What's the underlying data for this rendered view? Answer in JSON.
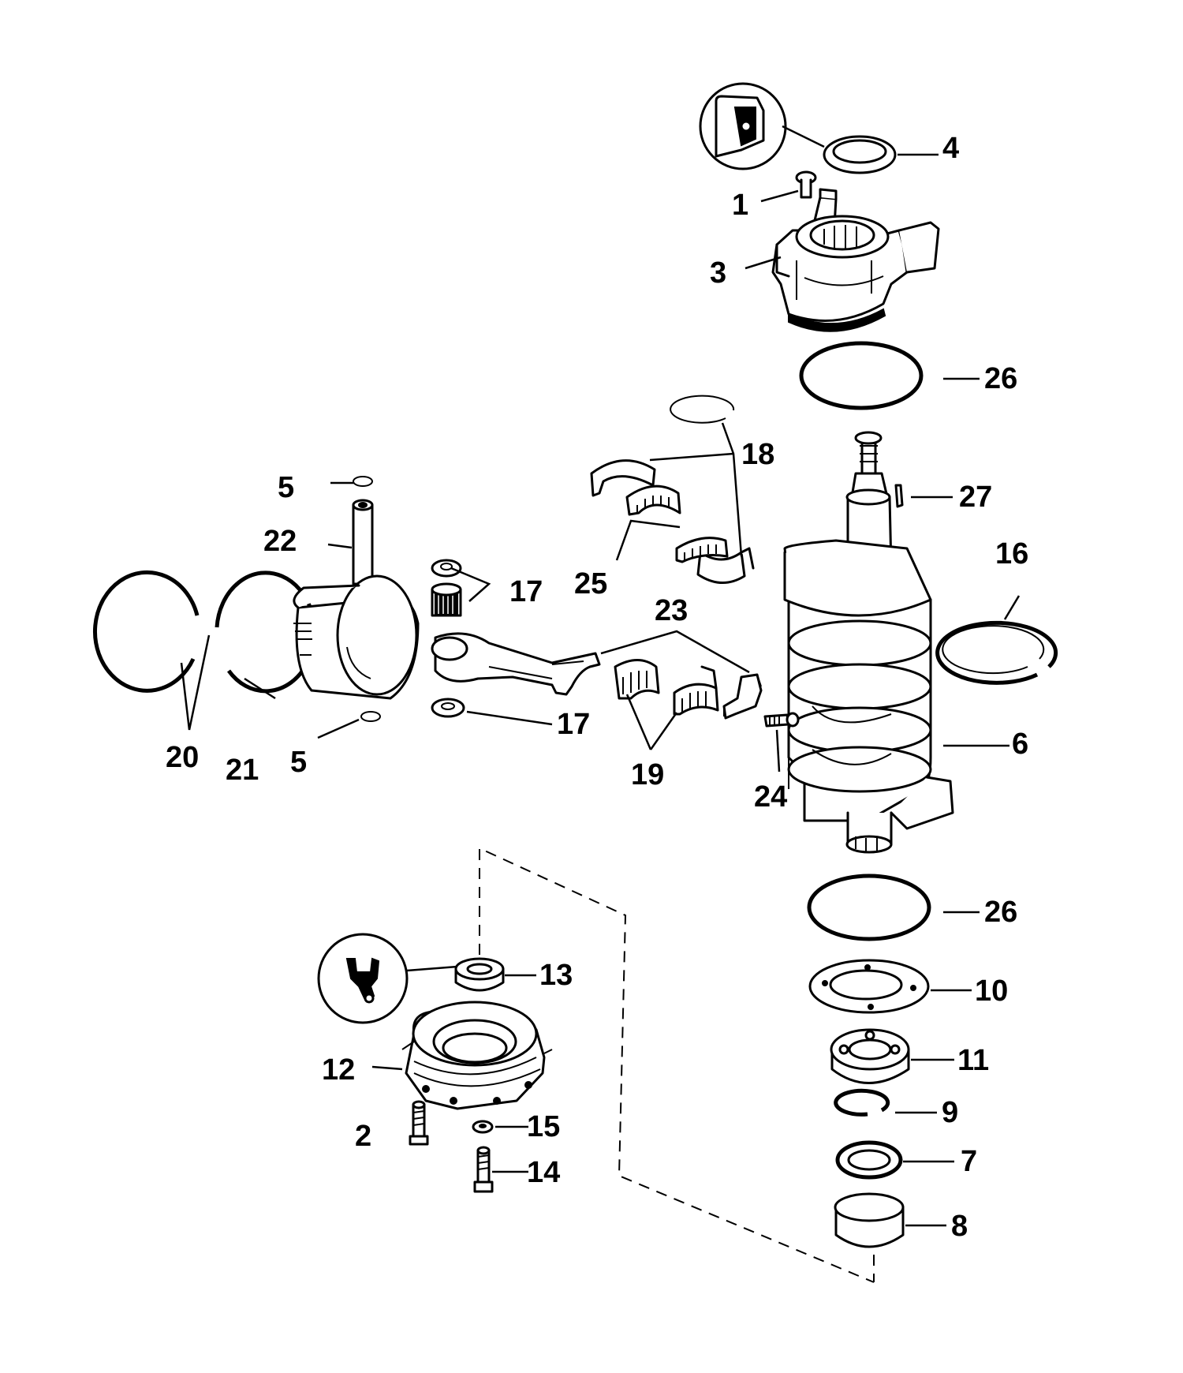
{
  "callouts": [
    {
      "id": "c1",
      "text": "1"
    },
    {
      "id": "c2",
      "text": "2"
    },
    {
      "id": "c3",
      "text": "3"
    },
    {
      "id": "c4",
      "text": "4"
    },
    {
      "id": "c5a",
      "text": "5"
    },
    {
      "id": "c5b",
      "text": "5"
    },
    {
      "id": "c6",
      "text": "6"
    },
    {
      "id": "c7",
      "text": "7"
    },
    {
      "id": "c8",
      "text": "8"
    },
    {
      "id": "c9",
      "text": "9"
    },
    {
      "id": "c10",
      "text": "10"
    },
    {
      "id": "c11",
      "text": "11"
    },
    {
      "id": "c12",
      "text": "12"
    },
    {
      "id": "c13",
      "text": "13"
    },
    {
      "id": "c14",
      "text": "14"
    },
    {
      "id": "c15",
      "text": "15"
    },
    {
      "id": "c16",
      "text": "16"
    },
    {
      "id": "c17a",
      "text": "17"
    },
    {
      "id": "c17b",
      "text": "17"
    },
    {
      "id": "c18",
      "text": "18"
    },
    {
      "id": "c19",
      "text": "19"
    },
    {
      "id": "c20",
      "text": "20"
    },
    {
      "id": "c21",
      "text": "21"
    },
    {
      "id": "c22",
      "text": "22"
    },
    {
      "id": "c23",
      "text": "23"
    },
    {
      "id": "c24",
      "text": "24"
    },
    {
      "id": "c25",
      "text": "25"
    },
    {
      "id": "c26a",
      "text": "26"
    },
    {
      "id": "c26b",
      "text": "26"
    },
    {
      "id": "c27",
      "text": "27"
    }
  ]
}
